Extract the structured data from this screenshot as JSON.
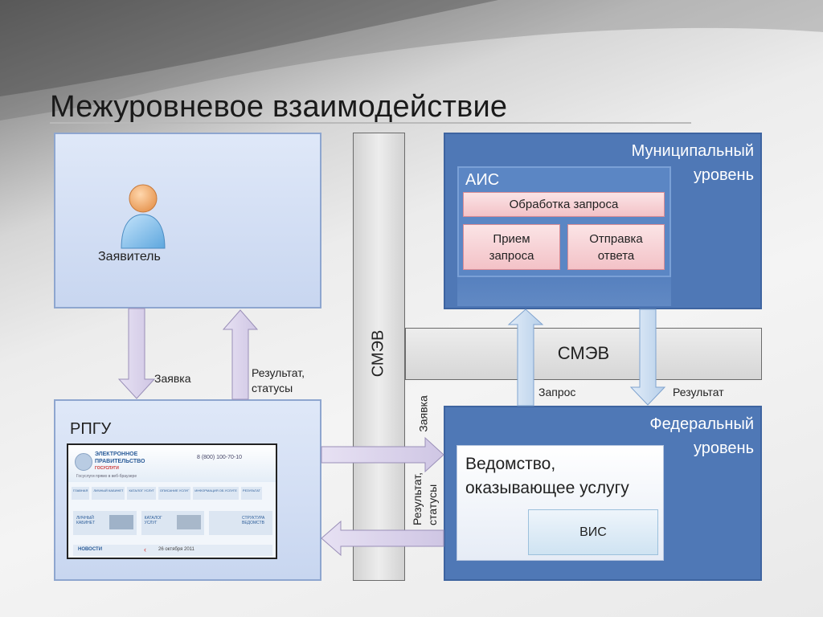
{
  "title": "Межуровневое взаимодействие",
  "applicant": {
    "label": "Заявитель"
  },
  "rpgu": {
    "label": "РПГУ"
  },
  "portal": {
    "logo_line1": "ЭЛЕКТРОННОЕ",
    "logo_line2": "ПРАВИТЕЛЬСТВО",
    "logo_line3": "ГОСУСЛУГИ",
    "phone": "8 (800) 100-70-10",
    "tagline": "Госуслуги прямо в веб-браузере",
    "nav": [
      "ГЛАВНАЯ",
      "ЛИЧНЫЙ КАБИНЕТ",
      "КАТАЛОГ УСЛУГ",
      "ОПИСАНИЕ УСЛУГ",
      "ИНФОРМАЦИЯ ОБ УСЛУГЕ",
      "РЕЗУЛЬТАТ"
    ],
    "tiles": [
      "ЛИЧНЫЙ КАБИНЕТ",
      "КАТАЛОГ УСЛУГ",
      "СТРУКТУРА ВЕДОМСТВ"
    ],
    "news_label": "НОВОСТИ",
    "news_date": "26 октября 2011"
  },
  "smev": {
    "vertical_label": "СМЭВ",
    "horizontal_label": "СМЭВ"
  },
  "municipal": {
    "label": "Муниципальный уровень",
    "ais": {
      "label": "АИС",
      "process": "Обработка запроса",
      "receive": "Прием запроса",
      "send": "Отправка ответа"
    }
  },
  "federal": {
    "label": "Федеральный уровень",
    "department": "Ведомство, оказывающее услугу",
    "vis": "ВИС"
  },
  "arrows": {
    "request": "Заявка",
    "result_status": "Результат, статусы",
    "request_rotated": "Заявка",
    "result_status_rotated": "Результат, статусы",
    "query": "Запрос",
    "result": "Результат"
  },
  "colors": {
    "dark_blue": "#4f78b6",
    "light_blue": "#d5e1f4",
    "pink": "#f3c2c7",
    "arrow_fill": "#d9d3ea",
    "gray": "#e2e2e2"
  }
}
